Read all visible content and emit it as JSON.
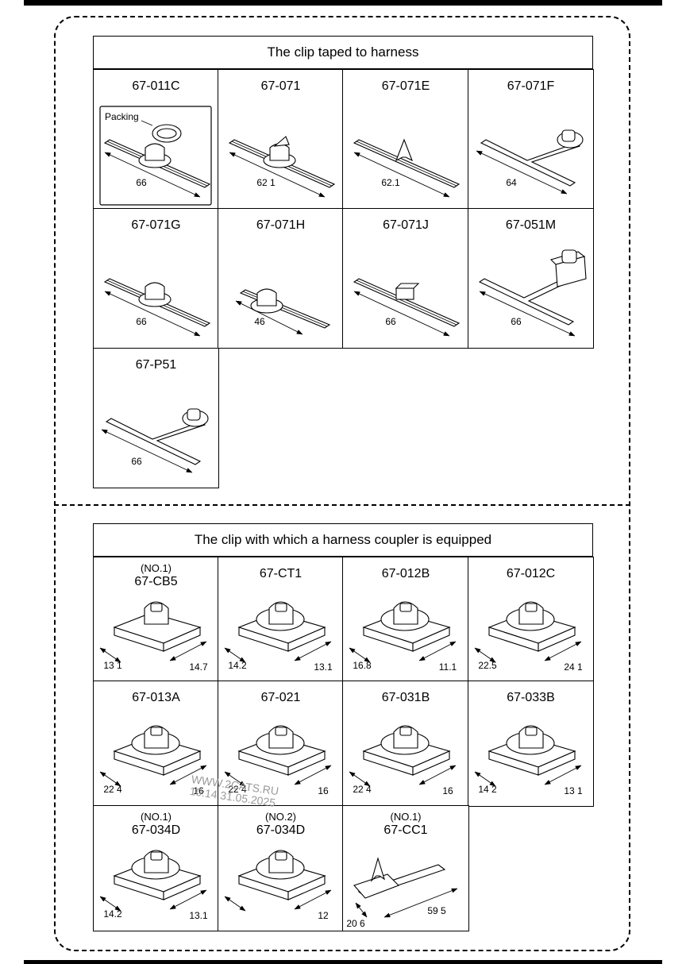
{
  "section1": {
    "title": "The clip taped to harness",
    "cells": [
      {
        "code": "67-011C",
        "dim": "66",
        "variant": "packing",
        "packing_label": "Packing"
      },
      {
        "code": "67-071",
        "dim": "62 1",
        "variant": "straight"
      },
      {
        "code": "67-071E",
        "dim": "62.1",
        "variant": "arrow"
      },
      {
        "code": "67-071F",
        "dim": "64",
        "variant": "offset"
      },
      {
        "code": "67-071G",
        "dim": "66",
        "variant": "straight"
      },
      {
        "code": "67-071H",
        "dim": "46",
        "variant": "short"
      },
      {
        "code": "67-071J",
        "dim": "66",
        "variant": "block"
      },
      {
        "code": "67-051M",
        "dim": "66",
        "variant": "box"
      },
      {
        "code": "67-P51",
        "dim": "66",
        "variant": "offset"
      }
    ]
  },
  "section2": {
    "title": "The clip with which a harness coupler is equipped",
    "cells": [
      {
        "sub": "(NO.1)",
        "code": "67-CB5",
        "dim_left": "13 1",
        "dim_right": "14.7"
      },
      {
        "sub": "",
        "code": "67-CT1",
        "dim_left": "14.2",
        "dim_right": "13.1"
      },
      {
        "sub": "",
        "code": "67-012B",
        "dim_left": "16.8",
        "dim_right": "11.1"
      },
      {
        "sub": "",
        "code": "67-012C",
        "dim_left": "22.5",
        "dim_right": "24 1"
      },
      {
        "sub": "",
        "code": "67-013A",
        "dim_left": "22 4",
        "dim_right": "16"
      },
      {
        "sub": "",
        "code": "67-021",
        "dim_left": "22 4",
        "dim_right": "16"
      },
      {
        "sub": "",
        "code": "67-031B",
        "dim_left": "22 4",
        "dim_right": "16"
      },
      {
        "sub": "",
        "code": "67-033B",
        "dim_left": "14 2",
        "dim_right": "13 1"
      },
      {
        "sub": "(NO.1)",
        "code": "67-034D",
        "dim_left": "14.2",
        "dim_right": "13.1"
      },
      {
        "sub": "(NO.2)",
        "code": "67-034D",
        "dim_left": "",
        "dim_right": "12"
      },
      {
        "sub": "(NO.1)",
        "code": "67-CC1",
        "dim_left": "20 6",
        "dim_right": "59 5"
      }
    ]
  },
  "watermark": {
    "line1": "WWW.2CATS.RU",
    "line2": "10:14 31.05.2025"
  }
}
